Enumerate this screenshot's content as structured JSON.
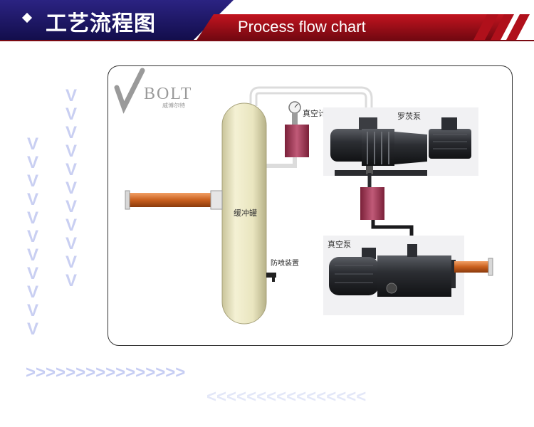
{
  "header": {
    "title_cn": "工艺流程图",
    "title_en": "Process flow chart",
    "colors": {
      "navy": "#1b1464",
      "red": "#9e0b16"
    }
  },
  "logo": {
    "brand": "BOLT",
    "subtitle": "威博尔特"
  },
  "diagram": {
    "labels": {
      "buffer_tank": "缓冲罐",
      "vacuum_gauge": "真空计",
      "roots_pump": "罗茨泵",
      "vacuum_pump": "真空泵",
      "anti_spray": "防喷装置"
    }
  },
  "decorations": {
    "v_glyph": "V",
    "arrows_right": ">>>>>>>>>>>>>>>>",
    "arrows_left": "<<<<<<<<<<<<<<<<"
  }
}
